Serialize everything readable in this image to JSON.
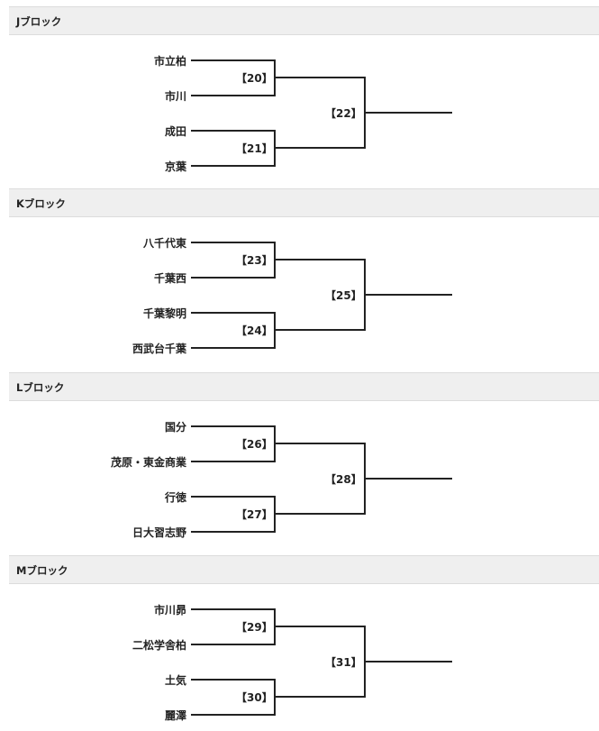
{
  "blocks": [
    {
      "title": "Jブロック",
      "teams": [
        "市立柏",
        "市川",
        "成田",
        "京葉"
      ],
      "matches": [
        "【20】",
        "【21】",
        "【22】"
      ]
    },
    {
      "title": "Kブロック",
      "teams": [
        "八千代東",
        "千葉西",
        "千葉黎明",
        "西武台千葉"
      ],
      "matches": [
        "【23】",
        "【24】",
        "【25】"
      ]
    },
    {
      "title": "Lブロック",
      "teams": [
        "国分",
        "茂原・東金商業",
        "行徳",
        "日大習志野"
      ],
      "matches": [
        "【26】",
        "【27】",
        "【28】"
      ]
    },
    {
      "title": "Mブロック",
      "teams": [
        "市川昴",
        "二松学舎柏",
        "土気",
        "麗澤"
      ],
      "matches": [
        "【29】",
        "【30】",
        "【31】"
      ]
    }
  ]
}
